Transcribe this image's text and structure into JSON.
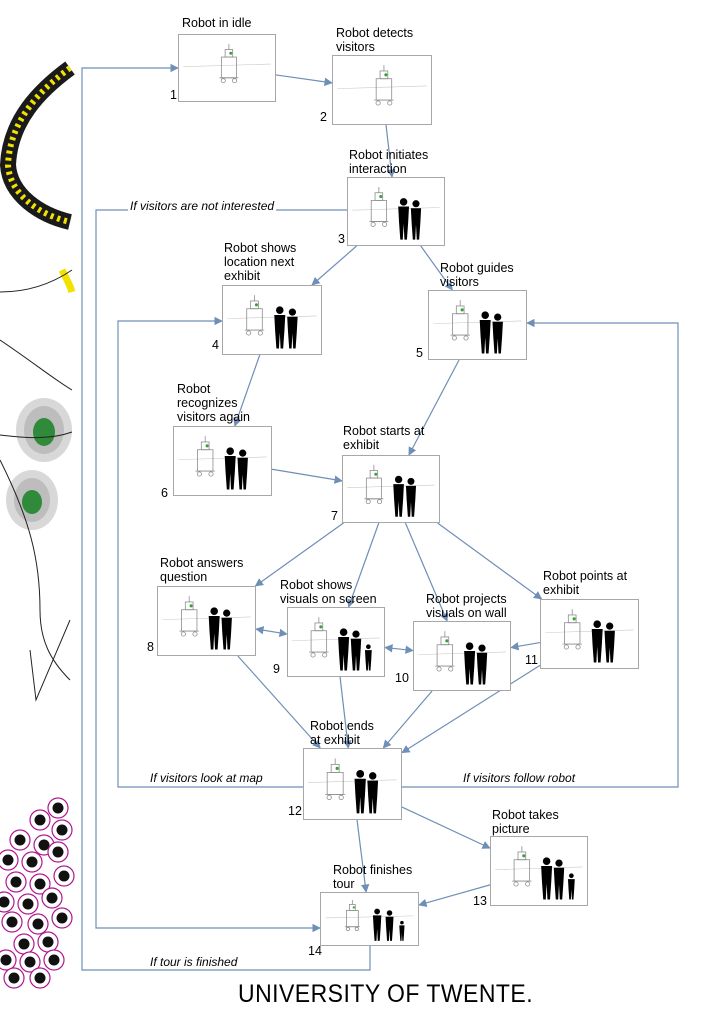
{
  "nodes": [
    {
      "id": 1,
      "number": "1",
      "label": "Robot in idle",
      "people": 0,
      "robot": true
    },
    {
      "id": 2,
      "number": "2",
      "label": "Robot detects\nvisitors",
      "people": 0,
      "robot": true
    },
    {
      "id": 3,
      "number": "3",
      "label": "Robot initiates\ninteraction",
      "people": 2,
      "robot": true
    },
    {
      "id": 4,
      "number": "4",
      "label": "Robot shows\nlocation next\nexhibit",
      "people": 2,
      "robot": true
    },
    {
      "id": 5,
      "number": "5",
      "label": "Robot guides\nvisitors",
      "people": 2,
      "robot": true
    },
    {
      "id": 6,
      "number": "6",
      "label": "Robot\nrecognizes\nvisitors  again",
      "people": 2,
      "robot": true
    },
    {
      "id": 7,
      "number": "7",
      "label": "Robot starts at\nexhibit",
      "people": 2,
      "robot": true
    },
    {
      "id": 8,
      "number": "8",
      "label": "Robot answers\nquestion",
      "people": 2,
      "robot": true
    },
    {
      "id": 9,
      "number": "9",
      "label": "Robot shows\nvisuals  on screen",
      "people": 3,
      "robot": true
    },
    {
      "id": 10,
      "number": "10",
      "label": "Robot projects\nvisuals  on wall",
      "people": 2,
      "robot": true
    },
    {
      "id": 11,
      "number": "11",
      "label": "Robot points at\nexhibit",
      "people": 2,
      "robot": true
    },
    {
      "id": 12,
      "number": "12",
      "label": "Robot ends\nat exhibit",
      "people": 2,
      "robot": true
    },
    {
      "id": 13,
      "number": "13",
      "label": "Robot takes\npicture",
      "people": 3,
      "robot": true
    },
    {
      "id": 14,
      "number": "14",
      "label": "Robot finishes\ntour",
      "people": 3,
      "robot": true
    }
  ],
  "edges": [
    {
      "from": 1,
      "to": 2
    },
    {
      "from": 2,
      "to": 3
    },
    {
      "from": 3,
      "to": 4
    },
    {
      "from": 3,
      "to": 5
    },
    {
      "from": 4,
      "to": 6
    },
    {
      "from": 6,
      "to": 7
    },
    {
      "from": 5,
      "to": 7
    },
    {
      "from": 7,
      "to": 8
    },
    {
      "from": 7,
      "to": 9
    },
    {
      "from": 7,
      "to": 10
    },
    {
      "from": 7,
      "to": 11
    },
    {
      "from": 8,
      "to": 9
    },
    {
      "from": 9,
      "to": 10
    },
    {
      "from": 11,
      "to": 10
    },
    {
      "from": 8,
      "to": 12
    },
    {
      "from": 9,
      "to": 12
    },
    {
      "from": 10,
      "to": 12
    },
    {
      "from": 11,
      "to": 12
    },
    {
      "from": 12,
      "to": 13
    },
    {
      "from": 12,
      "to": 14
    },
    {
      "from": 13,
      "to": 14
    }
  ],
  "conditions": {
    "not_interested": "If visitors are not interested",
    "look_at_map": "If visitors look at map",
    "follow_robot": "If visitors follow robot",
    "tour_finished": "If tour is finished"
  },
  "footer": {
    "brand": "UNIVERSITY OF TWENTE."
  },
  "colors": {
    "arrow": "#6f8fb7",
    "panel_border": "#a7a7a7",
    "silhouette": "#000000",
    "robot_line": "#8a8a8a",
    "accent_green": "#3aa03a",
    "deco_yellow": "#f0e000",
    "deco_magenta": "#b01890"
  }
}
